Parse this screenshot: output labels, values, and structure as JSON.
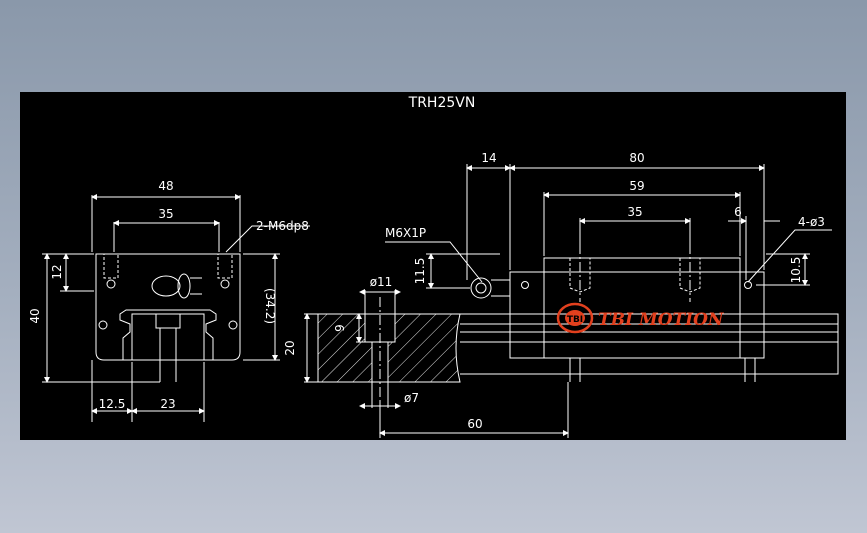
{
  "drawing": {
    "title": "TRH25VN",
    "brand": "TBI MOTION",
    "brand_mark": "TBI",
    "brand_color": "#e2401e",
    "line_color": "#ffffff",
    "background": "#000000",
    "hatch": "diagonal"
  },
  "front_view": {
    "width_overall": "48",
    "hole_spacing": "35",
    "height_overall": "40",
    "top_dim": "12",
    "body_height": "(34.2)",
    "left_offset": "12.5",
    "rail_width": "23",
    "thread_callout": "2-M6dp8"
  },
  "side_view": {
    "grease_offset": "14",
    "block_length": "80",
    "body_length": "59",
    "hole_pitch": "35",
    "end_dim": "6",
    "grease_height": "11.5",
    "right_height": "10.5",
    "hole_callout": "4-ø3",
    "grease_nipple": "M6X1P"
  },
  "rail_section": {
    "counterbore_dia": "ø11",
    "counterbore_depth": "9",
    "rail_height": "20",
    "hole_dia": "ø7",
    "rail_pitch": "60"
  }
}
